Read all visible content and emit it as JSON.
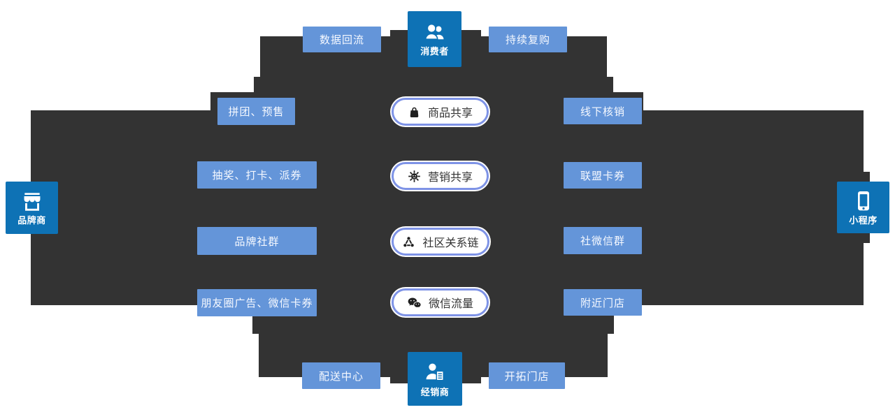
{
  "diagram_title": "smart-retail-ecosystem-diagram",
  "colors": {
    "connector_dark": "#333333",
    "node_blue": "#0e72b5",
    "pill_blue": "#6495d9",
    "capsule_border": "#7e93e6",
    "capsule_text": "#333333"
  },
  "nodes": {
    "consumer": {
      "label": "消费者",
      "icon": "people-icon"
    },
    "distributor": {
      "label": "经销商",
      "icon": "person-document-icon"
    },
    "brand": {
      "label": "品牌商",
      "icon": "store-icon"
    },
    "miniprogram": {
      "label": "小程序",
      "icon": "phone-icon"
    }
  },
  "top_row": {
    "left": "数据回流",
    "right": "持续复购"
  },
  "bottom_row": {
    "left": "配送中心",
    "right": "开拓门店"
  },
  "left_buttons": [
    "拼团、预售",
    "抽奖、打卡、派券",
    "品牌社群",
    "朋友圈广告、微信卡券"
  ],
  "right_buttons": [
    "线下核销",
    "联盟卡券",
    "社微信群",
    "附近门店"
  ],
  "capsules": [
    {
      "label": "商品共享",
      "icon": "shopping-bag-icon"
    },
    {
      "label": "营销共享",
      "icon": "marketing-burst-icon"
    },
    {
      "label": "社区关系链",
      "icon": "community-nodes-icon"
    },
    {
      "label": "微信流量",
      "icon": "wechat-icon"
    }
  ]
}
